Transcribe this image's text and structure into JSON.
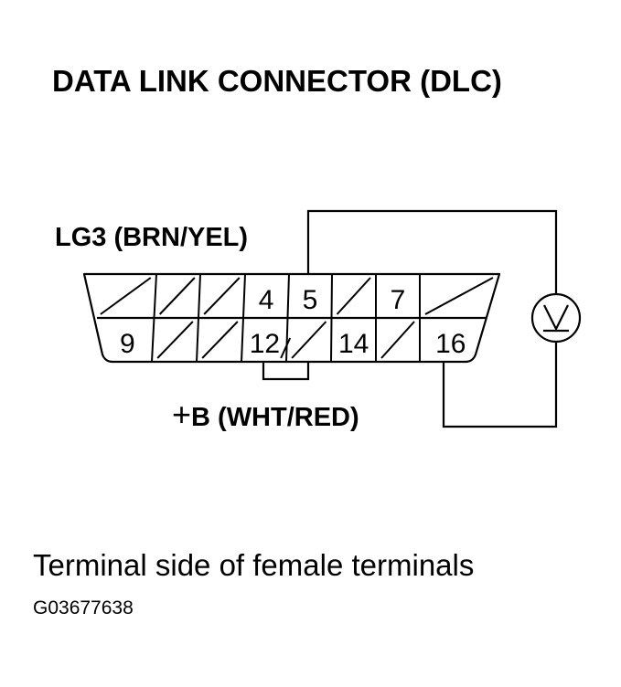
{
  "title": "DATA LINK CONNECTOR (DLC)",
  "labels": {
    "lg3": "LG3 (BRN/YEL)",
    "b_plus_symbol": "+",
    "b_plus_text": "B (WHT/RED)"
  },
  "pins": {
    "top_row": [
      "",
      "",
      "",
      "4",
      "5",
      "",
      "7",
      ""
    ],
    "bottom_row": [
      "9",
      "",
      "",
      "12",
      "",
      "14",
      "",
      "16"
    ]
  },
  "meter_icon": "voltmeter-icon",
  "caption": "Terminal side of female terminals",
  "figure_id": "G03677638"
}
